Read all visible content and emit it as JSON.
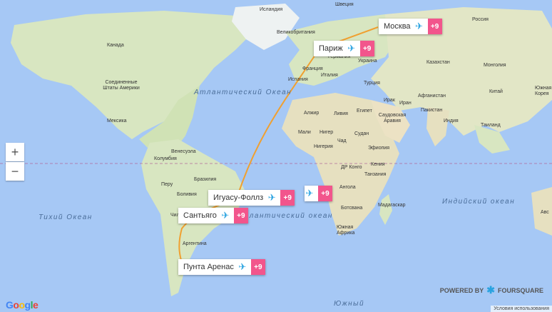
{
  "markers": [
    {
      "name": "Москва"
    },
    {
      "name": "Париж"
    },
    {
      "name": "Игуасу-Фоллз"
    },
    {
      "name": "Сантьяго"
    },
    {
      "name": "Пунта Аренас"
    }
  ],
  "marker_pin_label": "+9",
  "zoom": {
    "in": "+",
    "out": "−"
  },
  "oceans": {
    "atlantic_north": "Атлантический Океан",
    "atlantic_south": "Атлантический океан",
    "pacific": "Тихий Океан",
    "indian": "Индийский океан",
    "southern": "Южный"
  },
  "labels": {
    "iceland": "Исландия",
    "sweden": "Швеция",
    "russia": "Россия",
    "canada": "Канада",
    "usa": "Соединенные Штаты Америки",
    "uk": "Великобритания",
    "germany": "Германия",
    "ukraine": "Украина",
    "france": "Франция",
    "italy": "Италия",
    "spain": "Испания",
    "turkey": "Турция",
    "kazakhstan": "Казахстан",
    "mongolia": "Монголия",
    "afghanistan": "Афганистан",
    "china": "Китай",
    "south_korea": "Южная Корея",
    "iraq": "Ирак",
    "iran": "Иран",
    "pakistan": "Пакистан",
    "india": "Индия",
    "thailand": "Таиланд",
    "algeria": "Алжир",
    "libya": "Ливия",
    "egypt": "Египет",
    "saudi": "Саудовская Аравия",
    "mexico": "Мексика",
    "mali": "Мали",
    "niger": "Нигер",
    "sudan": "Судан",
    "chad": "Чад",
    "nigeria": "Нигерия",
    "ethiopia": "Эфиопия",
    "venezuela": "Венесуэла",
    "colombia": "Колумбия",
    "drc": "ДР Конго",
    "kenya": "Кения",
    "tanzania": "Танзания",
    "peru": "Перу",
    "brazil": "Бразилия",
    "bolivia": "Боливия",
    "angola": "Ангола",
    "madagascar": "Мадагаскар",
    "botswana": "Ботсвана",
    "south_africa": "Южная Африка",
    "chile": "Чили",
    "argentina": "Аргентина",
    "au": "Авс"
  },
  "attribution": {
    "google": "Google",
    "powered": "POWERED BY",
    "foursquare": "FOURSQUARE",
    "terms": "Условия использования"
  },
  "colors": {
    "route": "#f0a030",
    "pin": "#f2558c",
    "plane": "#2aa3e0",
    "water": "#a6c8f5",
    "land": "#d8e6c1"
  }
}
